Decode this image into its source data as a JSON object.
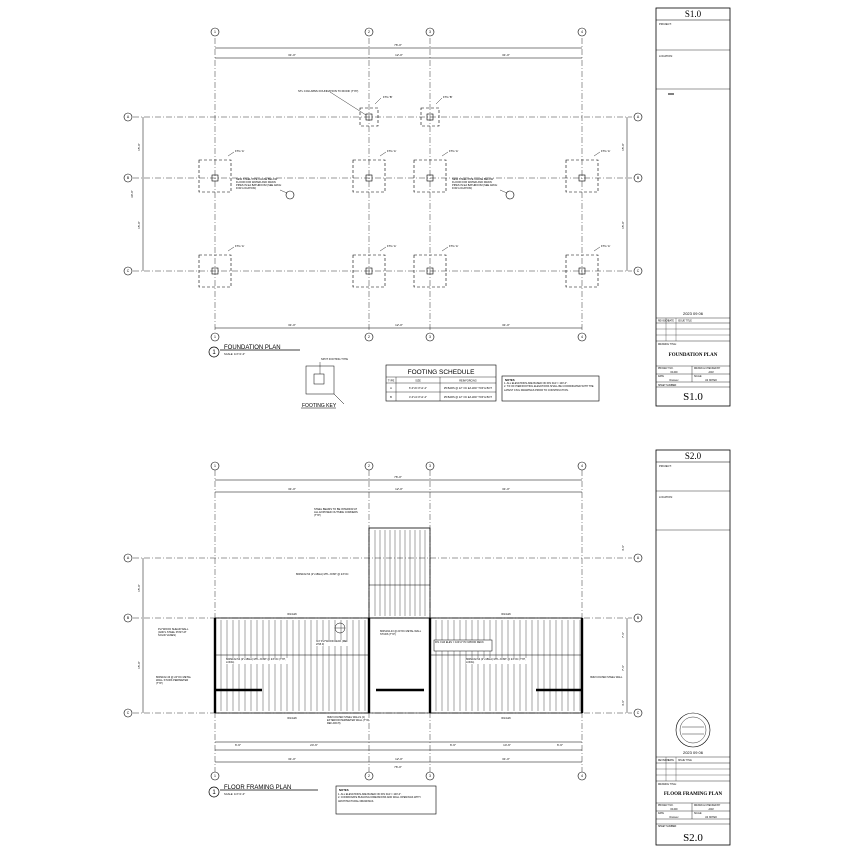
{
  "sheet1": {
    "number": "S1.0",
    "project_label": "PROJECT:",
    "location_label": "LOCATION:",
    "date_stamp": "2023 09 06",
    "revision_header": [
      "REVISION",
      "DATE",
      "ISSUE TITLE"
    ],
    "drawing_title_label": "DRAWING TITLE:",
    "drawing_title": "FOUNDATION PLAN",
    "project_no_label": "PROJECT NO.",
    "project_no": "00-000",
    "drawn_label": "DRAWN & CHECKED BY",
    "drawn_value": "ACM",
    "date_label": "DATE",
    "date_value": "Discover",
    "scale_label": "SCALE",
    "scale_value": "AS NOTED",
    "sheet_number_label": "SHEET NUMBER:",
    "sheet_number": "S1.0"
  },
  "sheet2": {
    "number": "S2.0",
    "project_label": "PROJECT:",
    "location_label": "LOCATION:",
    "date_stamp": "2023 09 06",
    "revision_header": [
      "REVISION",
      "DATE",
      "ISSUE TITLE"
    ],
    "drawing_title_label": "DRAWING TITLE:",
    "drawing_title": "FLOOR FRAMING PLAN",
    "project_no_label": "PROJECT NO.",
    "project_no": "00-000",
    "drawn_label": "DRAWN & CHECKED BY",
    "drawn_value": "ACM",
    "date_label": "DATE",
    "date_value": "Discover",
    "scale_label": "SCALE",
    "scale_value": "AS NOTED",
    "sheet_number_label": "SHEET NUMBER:",
    "sheet_number": "S2.0"
  },
  "foundation": {
    "grid_cols": [
      "1",
      "2",
      "3",
      "4"
    ],
    "grid_rows": [
      "A",
      "B",
      "C"
    ],
    "dims_top": [
      "31'-0\"",
      "12'-0\"",
      "31'-0\""
    ],
    "dim_total": "76'-0\"",
    "dims_side": [
      "15'-0\"",
      "15'-0\""
    ],
    "dim_side_total": "30'-0\"",
    "col_note": "STL COLUMNS FOUNDATION TO ROOF (TYP)",
    "footing_tag_a": "FTG 'A'",
    "footing_tag_b": "FTG 'B'",
    "pipe_note_left": "NEW STEEL PIPE CHASE BELOW FLOOR FOR WATER AND DRAIN PIPES IN EA BATHROOM (SEE ARCH FOR LOCATION)",
    "pipe_note_right": "NEW STEEL PIPE CHASE BELOW FLOOR FOR WATER AND DRAIN PIPES IN EA BATHROOM (SEE ARCH FOR LOCATION)",
    "title_number": "1",
    "title": "FOUNDATION PLAN",
    "scale": "SCALE: 1/4\"=1'-0\"",
    "key_label": "SPOT FOOTING TYPE",
    "key_title": "FOOTING KEY",
    "schedule_title": "FOOTING SCHEDULE",
    "schedule_headers": [
      "TYPE",
      "SIZE",
      "REINFORCING"
    ],
    "schedule_rows": [
      [
        "A",
        "6'-0\"x6'-0\"x1'-2\"",
        "#5 BARS @ 12\" OC EA WAY TOP & BOT"
      ],
      [
        "B",
        "4'-0\"x4'-0\"x1'-2\"",
        "#5 BARS @ 12\" OC EA WAY TOP & BOT"
      ]
    ],
    "notes_title": "NOTES",
    "notes": [
      "1.  ALL ELEVATIONS ARE BASED ON FIN FLR = 100'-0\".",
      "2.  T/F OF PIER/FOOTING ELEVATIONS SHALL BE COORDINATED WITH THE LATEST CIVIL DRAWINGS PRIOR TO CONSTRUCTION."
    ]
  },
  "framing": {
    "grid_cols": [
      "1",
      "2",
      "3",
      "4"
    ],
    "grid_rows": [
      "A",
      "B",
      "C"
    ],
    "dims_top": [
      "31'-0\"",
      "12'-0\"",
      "31'-0\""
    ],
    "dim_total": "76'-0\"",
    "dims_bottom": [
      "6'-6\"",
      "24'-6\"",
      "6'-6\"",
      "14'-6\"",
      "6'-6\""
    ],
    "dims_side_left": [
      "15'-0\"",
      "15'-0\""
    ],
    "dims_side_right": [
      "4'-6\"",
      "7'-6\"",
      "7'-6\"",
      "4'-6\""
    ],
    "steel_note": "STEEL BEAMS TO BE INTERIOR AT ALL EXPOSED OUTSIDE CORNERS (TYP)",
    "joist_note_1": "800S162-54 (2\"x18GA) MTL JOIST @ 24\"OC",
    "joist_note_2": "800S162-54 (2\"x18GA) MTL JOIST @ 24\"OC (TYP, LONG)",
    "joist_note_3": "800S162-54 (2\"x18GA) MTL JOIST @ 24\"OC (TYP, LONG)",
    "plywood_note": "PLYWOOD SHEAR WALL (ADD'L STEEL POST AT SOLID VANES)",
    "beam_note": "800S162-43 @ 24\"OC METAL WALL STUDS PERIMETER (TYP)",
    "deck_box": "FIN. FLR ELEV = 100'-0\" PLYWOOD DECK",
    "floor_note": "3/4\" PLYWOOD DECK (REF 2/S5.0)",
    "metal_note": "800S162-43 @ 24\"OC METAL WALL STUDS (TYP)",
    "corner_note": "3MM COATED STEEL WALL",
    "coated_note": "3MM COATED STEEL WALLS (2) EXTERIOR PERIMETER WALL (TYP, REF ARCH)",
    "beam_tag": "W14x26",
    "title_number": "1",
    "title": "FLOOR FRAMING PLAN",
    "scale": "SCALE: 1/4\"=1'-0\"",
    "notes_title": "NOTES",
    "notes": [
      "1.  ALL ELEVATIONS ARE BASED ON FIN FLR = 100'-0\".",
      "2.  COORDINATE BUILDING DIMENSIONS AND WALL OPENINGS WITH ARCHITECTURAL DRAWINGS."
    ]
  }
}
